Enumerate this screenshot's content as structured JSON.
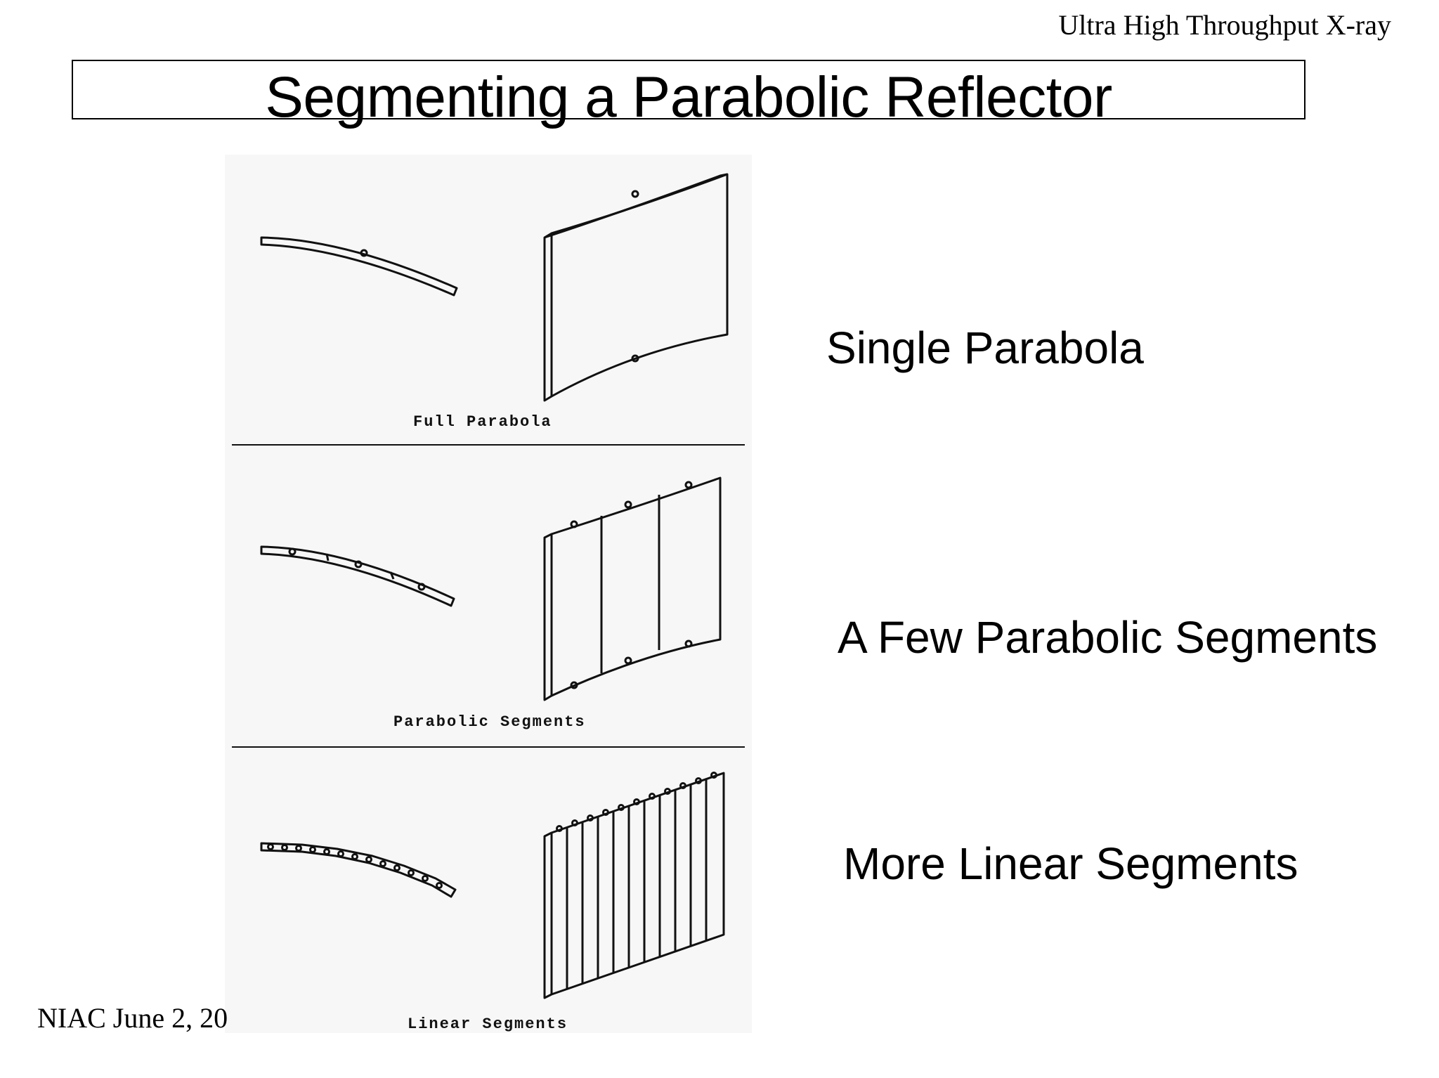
{
  "header": {
    "right_text": "Ultra High Throughput X-ray"
  },
  "slide": {
    "title": "Segmenting a Parabolic Reflector"
  },
  "figure": {
    "panels": [
      {
        "caption": "Full Parabola"
      },
      {
        "caption": "Parabolic Segments"
      },
      {
        "caption": "Linear Segments"
      }
    ]
  },
  "labels": {
    "single": "Single Parabola",
    "few": "A Few Parabolic Segments",
    "linear": "More Linear Segments"
  },
  "footer": {
    "text": "NIAC June 2, 20"
  }
}
